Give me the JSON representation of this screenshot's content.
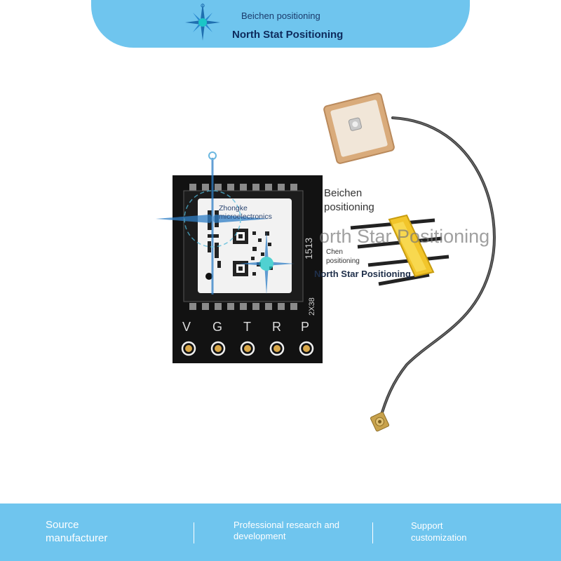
{
  "banner": {
    "line1": "Beichen positioning",
    "line2": "North Stat Positioning",
    "logo_icon": "compass-star-icon"
  },
  "module": {
    "pins": [
      "V",
      "G",
      "T",
      "R",
      "P"
    ]
  },
  "watermarks": {
    "zhongke": "Zhongke microelectronics",
    "beichen": "Beichen positioning",
    "chen": "Chen positioning",
    "north_star_large": "orth Star Positioning",
    "north_star_small": "North Star Positioning"
  },
  "features": {
    "source": "Source manufacturer",
    "research": "Professional research and development",
    "custom": "Support customization"
  },
  "colors": {
    "accent": "#6fc5ee",
    "pcb": "#121212",
    "antenna": "#d9ab7b",
    "header_plastic": "#f2c52b"
  }
}
